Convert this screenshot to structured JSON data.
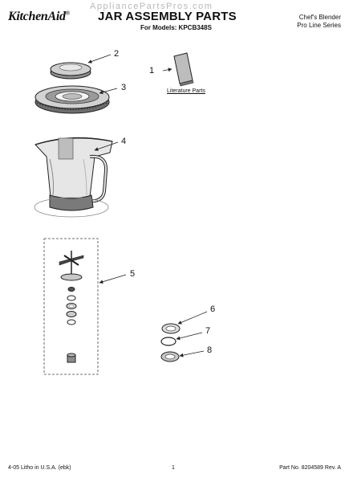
{
  "header": {
    "brand": "KitchenAid",
    "brand_mark": "®",
    "title": "JAR ASSEMBLY PARTS",
    "subtitle": "For Models: KPCB348S",
    "series_line1": "Chef's Blender",
    "series_line2": "Pro Line Series",
    "watermark": "AppliancePartsPros.com"
  },
  "diagram": {
    "callouts": [
      "1",
      "2",
      "3",
      "4",
      "5",
      "6",
      "7",
      "8"
    ],
    "literature_label": "Literature Parts"
  },
  "footer": {
    "left": "4-05 Litho in U.S.A. (ebk)",
    "center": "1",
    "right": "Part No. 8204589 Rev. A"
  },
  "colors": {
    "line": "#222222",
    "shade": "#9a9a9a",
    "light": "#d6d6d6",
    "watermark": "#b8b8b8"
  }
}
